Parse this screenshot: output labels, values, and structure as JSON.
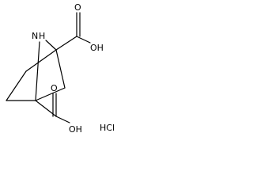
{
  "structure": {
    "atoms": {
      "nh": "N",
      "nh_h": "H",
      "top_o": "O",
      "top_oh": "OH",
      "bottom_o": "O",
      "bottom_oh": "OH"
    },
    "salt": "HCl"
  }
}
